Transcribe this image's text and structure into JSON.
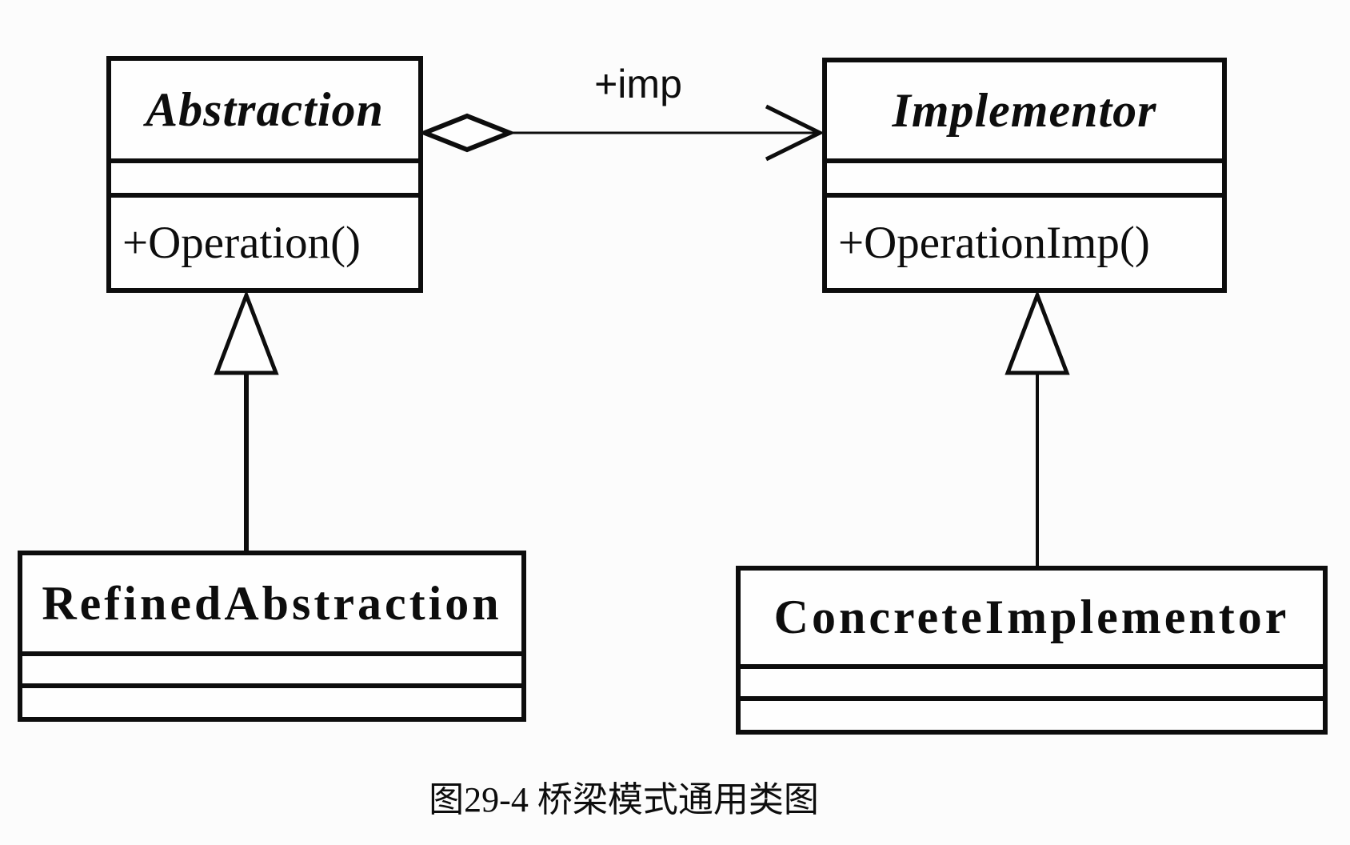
{
  "diagram": {
    "type": "uml-class-diagram",
    "caption": "图29-4 桥梁模式通用类图",
    "colors": {
      "line": "#0d0d0d",
      "background": "#fcfcfc",
      "box_fill": "#fefefe"
    },
    "classes": [
      {
        "name": "Abstraction",
        "abstract": true,
        "methods": [
          "+Operation()"
        ]
      },
      {
        "name": "Implementor",
        "abstract": true,
        "methods": [
          "+OperationImp()"
        ]
      },
      {
        "name": "RefinedAbstraction",
        "abstract": false,
        "methods": []
      },
      {
        "name": "ConcreteImplementor",
        "abstract": false,
        "methods": []
      }
    ],
    "relations": [
      {
        "type": "aggregation",
        "from": "Abstraction",
        "to": "Implementor",
        "label": "+imp"
      },
      {
        "type": "generalization",
        "from": "RefinedAbstraction",
        "to": "Abstraction"
      },
      {
        "type": "generalization",
        "from": "ConcreteImplementor",
        "to": "Implementor"
      }
    ]
  }
}
